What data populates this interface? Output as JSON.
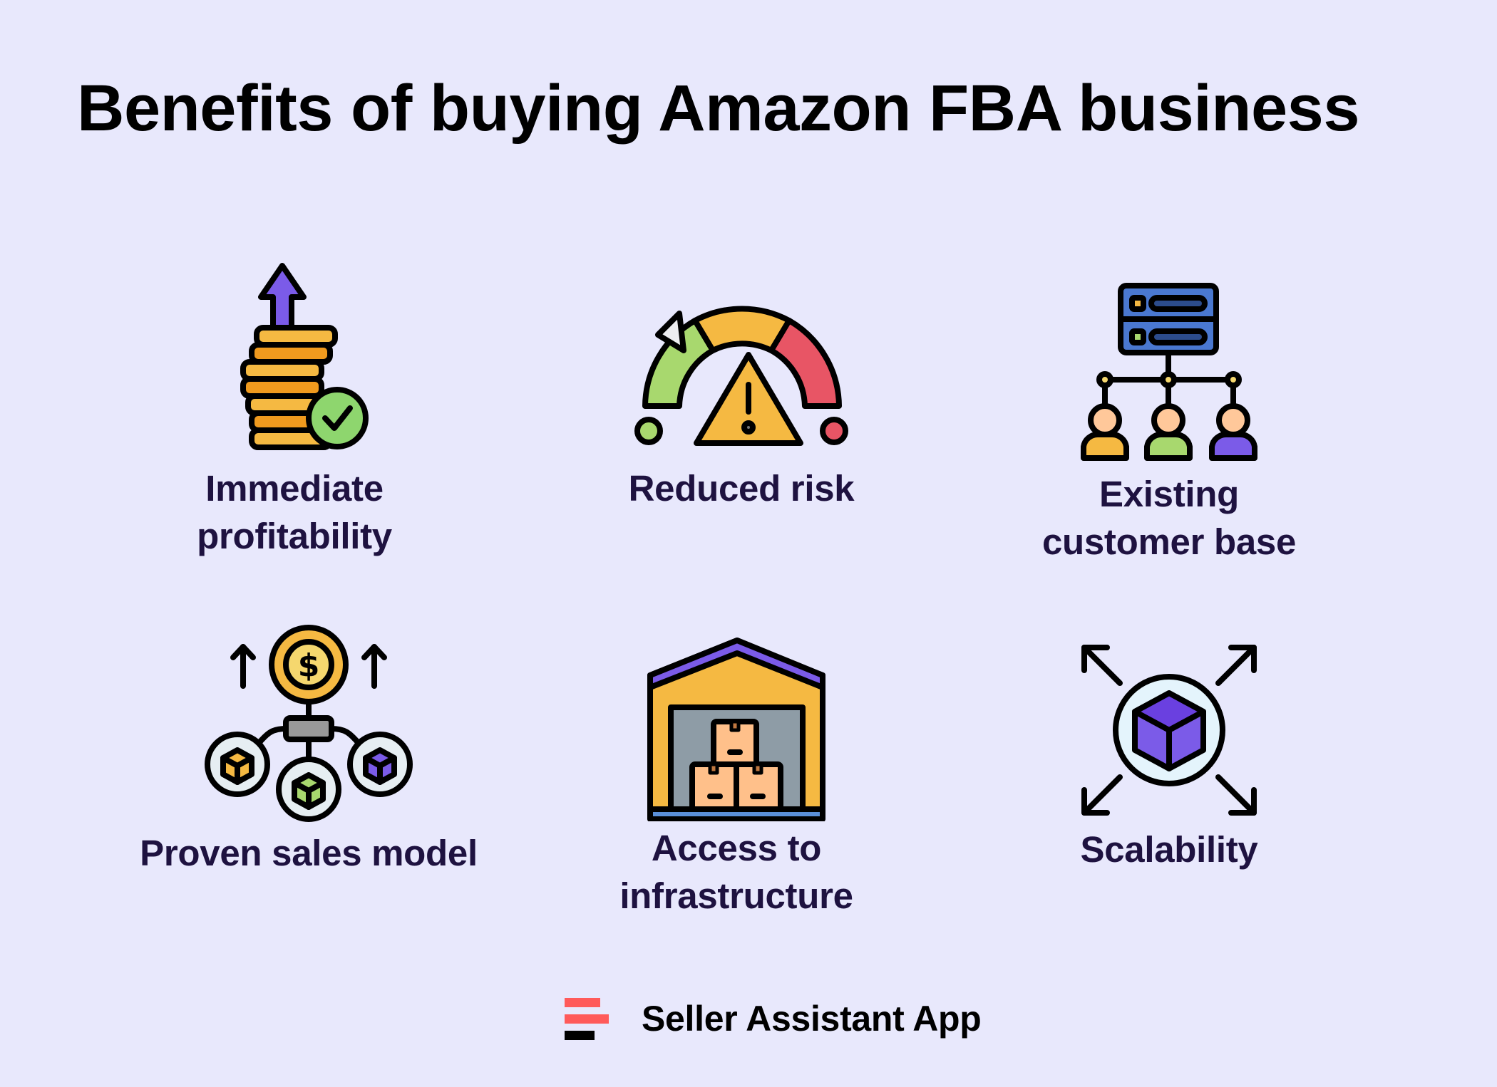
{
  "title": "Benefits of buying Amazon FBA business",
  "colors": {
    "background": "#E8E8FC",
    "label_text": "#1E1240",
    "title_text": "#000000",
    "logo_red": "#FF5A5A",
    "logo_black": "#000000"
  },
  "benefits": [
    {
      "label": "Immediate\nprofitability",
      "icon": "coin-stack-arrow-check-icon"
    },
    {
      "label": "Reduced risk",
      "icon": "risk-gauge-warning-icon"
    },
    {
      "label": "Existing\ncustomer base",
      "icon": "server-network-users-icon"
    },
    {
      "label": "Proven sales model",
      "icon": "dollar-coin-product-network-icon"
    },
    {
      "label": "Access to\ninfrastructure",
      "icon": "warehouse-boxes-icon"
    },
    {
      "label": "Scalability",
      "icon": "cube-expand-arrows-icon"
    }
  ],
  "footer": {
    "brand": "Seller Assistant App",
    "logo_icon": "seller-assistant-logo-icon"
  }
}
